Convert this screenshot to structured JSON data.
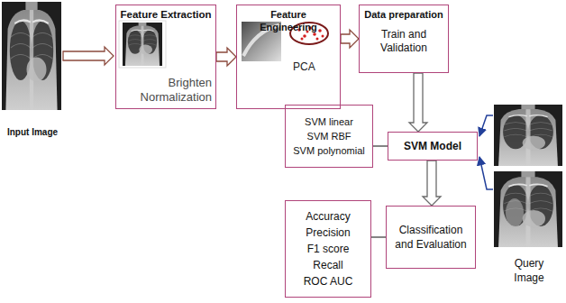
{
  "diagram": {
    "nodes": [
      {
        "text": [
          "Feature Extraction",
          "Brighten Normalization"
        ]
      },
      {
        "text": [
          "Feature Engineering",
          "PCA"
        ]
      },
      {
        "text": [
          "Data preparation",
          "Train and Validation"
        ]
      },
      {
        "text": [
          "SVM linear",
          "SVM RBF",
          "SVM polynomial"
        ]
      },
      {
        "text": [
          "SVM Model"
        ]
      },
      {
        "text": [
          "Accuracy",
          "Precision",
          "F1 score",
          "Recall",
          "ROC AUC"
        ]
      },
      {
        "text": [
          "Classification and Evaluation"
        ]
      }
    ],
    "edges": [
      {
        "from": 0,
        "to": 1,
        "arrow": "to"
      },
      {
        "from": 1,
        "to": 2,
        "arrow": "to"
      },
      {
        "from": 2,
        "to": 4,
        "arrow": "to"
      },
      {
        "from": 3,
        "to": 4,
        "arrow": "none"
      },
      {
        "from": 4,
        "to": 6,
        "arrow": "to"
      },
      {
        "from": 5,
        "to": 6,
        "arrow": "none"
      }
    ],
    "labels": [
      "Input Image",
      "Query Image"
    ]
  }
}
